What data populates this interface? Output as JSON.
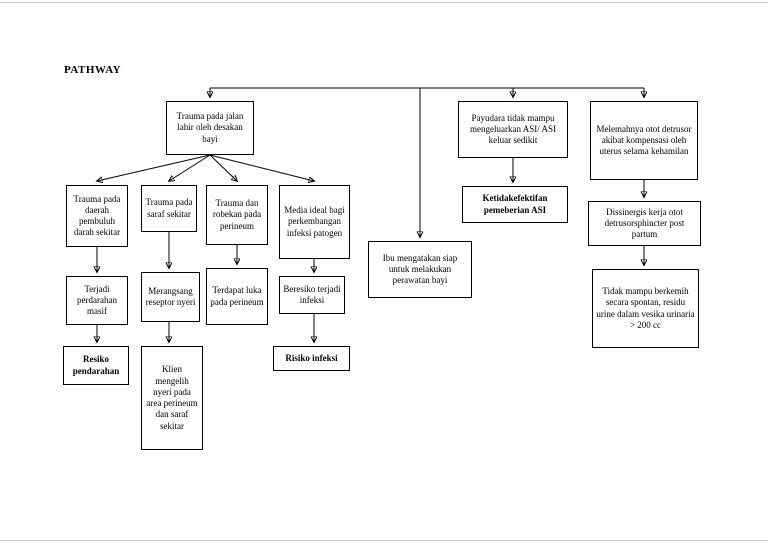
{
  "page": {
    "title": "PATHWAY"
  },
  "nodes": {
    "trauma_jalan_lahir": {
      "label": "Trauma pada jalan lahir oleh desakan bayi"
    },
    "trauma_pembuluh_darah": {
      "label": "Trauma pada daerah pembuluh darah sekitar"
    },
    "trauma_saraf": {
      "label": "Trauma pada saraf sekitar"
    },
    "trauma_robekan": {
      "label": "Trauma dan robekan pada perineum"
    },
    "media_ideal": {
      "label": "Media ideal bagi perkembangan infeksi patogen"
    },
    "terjadi_perdarahan": {
      "label": "Terjadi perdarahan masif"
    },
    "merangsang_reseptor": {
      "label": "Merangsang reseptor nyeri"
    },
    "terdapat_luka": {
      "label": "Terdapat luka pada perineum"
    },
    "beresiko_infeksi": {
      "label": "Beresiko terjadi infeksi"
    },
    "resiko_pendarahan": {
      "label": "Resiko pendarahan"
    },
    "klien_nyeri": {
      "label": "Klien mengelih nyeri pada area perineum dan saraf sekitar"
    },
    "risiko_infeksi": {
      "label": "Risiko infeksi"
    },
    "ibu_siap": {
      "label": "Ibu mengatakan siap untuk melakukan perawatan bayi"
    },
    "payudara_asi": {
      "label": "Payudara tidak mampu mengeluarkan ASI/ ASI keluar sedikit"
    },
    "ketidakefektifan_asi": {
      "label": "Ketidakefektifan pemeberian ASI"
    },
    "melemahnya_otot": {
      "label": "Melemahnya otot detrusor akibat kompensasi oleh uterus selama kehamilan"
    },
    "dissinergis": {
      "label": "Dissinergis kerja otot detrusorsphincter post partum"
    },
    "tidak_mampu_berkemih": {
      "label": "Tidak mampu berkemih secara spontan, residu urine dalam vesika urinaria > 200 cc"
    }
  }
}
